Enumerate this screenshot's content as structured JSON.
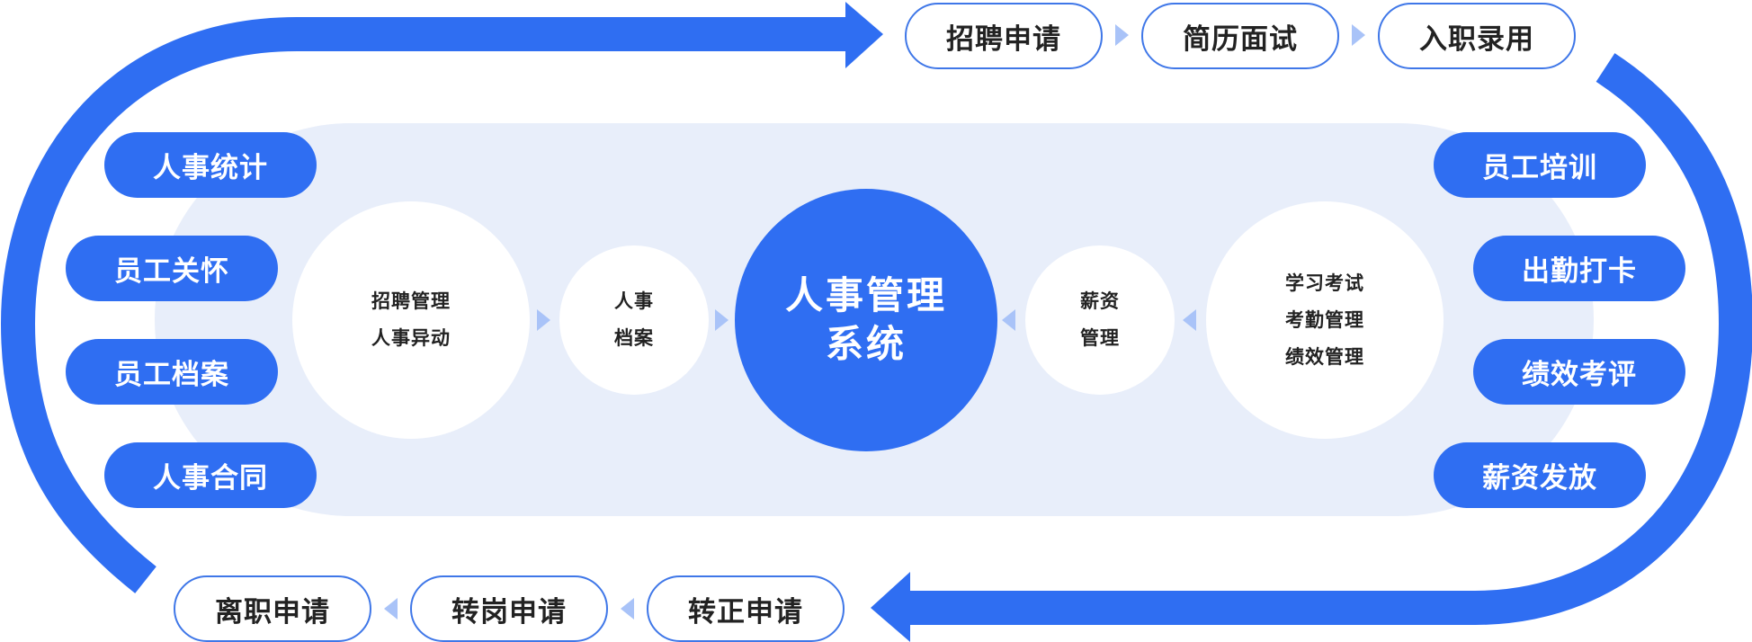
{
  "diagram": {
    "center": {
      "line1": "人事管理",
      "line2": "系统"
    },
    "top_flow": [
      "招聘申请",
      "简历面试",
      "入职录用"
    ],
    "bottom_flow": [
      "离职申请",
      "转岗申请",
      "转正申请"
    ],
    "left_items": [
      "人事统计",
      "员工关怀",
      "员工档案",
      "人事合同"
    ],
    "right_items": [
      "员工培训",
      "出勤打卡",
      "绩效考评",
      "薪资发放"
    ],
    "inner_left_circle": [
      "招聘管理",
      "人事异动"
    ],
    "inner_left_small": [
      "人事",
      "档案"
    ],
    "inner_right_small": [
      "薪资",
      "管理"
    ],
    "inner_right_circle": [
      "学习考试",
      "考勤管理",
      "绩效管理"
    ]
  },
  "colors": {
    "primary": "#2f6ef2",
    "light_band": "#e8eefa",
    "arrow_light": "#a9c3f8",
    "outline": "#3f77e8",
    "text_dark": "#222222"
  }
}
